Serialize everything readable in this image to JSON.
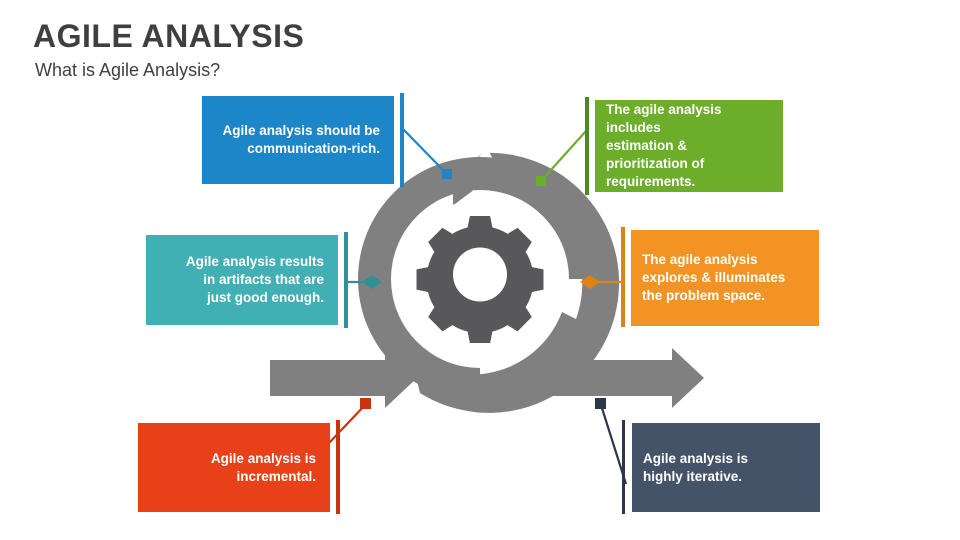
{
  "header": {
    "title": "AGILE ANALYSIS",
    "subtitle": "What is Agile Analysis?",
    "title_color": "#3F3F3F"
  },
  "diagram": {
    "name": "agile-analysis-cycle-diagram",
    "center_icon": "gear-icon",
    "spiral_color": "#808080",
    "gear_color": "#58585A",
    "arrow_color": "#808080",
    "elements": [
      "circular-spiral-arrow",
      "center-gear",
      "bottom-left-arrow",
      "bottom-right-arrow"
    ]
  },
  "callouts": [
    {
      "id": "blue",
      "text": "Agile analysis should be\ncommunication-rich.",
      "color": "#1C86C8",
      "accent_color": "#1C86C8",
      "align": "right",
      "connector": "line-to-circle-top-left"
    },
    {
      "id": "green",
      "text": "The agile analysis includes\nestimation &\nprioritization of\nrequirements.",
      "color": "#6CAE2A",
      "accent_color": "#4C8A1D",
      "align": "left",
      "connector": "line-to-circle-top-right"
    },
    {
      "id": "teal",
      "text": "Agile analysis results\nin artifacts that are\njust good enough.",
      "color": "#41B0B5",
      "accent_color": "#2F9196",
      "align": "right",
      "connector": "line-to-circle-left"
    },
    {
      "id": "orange",
      "text": "The agile analysis\nexplores & illuminates\nthe problem space.",
      "color": "#F39324",
      "accent_color": "#E08315",
      "align": "left",
      "connector": "line-to-circle-right"
    },
    {
      "id": "red",
      "text": "Agile analysis is\nincremental.",
      "color": "#E8411A",
      "accent_color": "#C9340F",
      "align": "right",
      "connector": "line-to-bottom-left-arrow"
    },
    {
      "id": "navy",
      "text": "Agile analysis is\nhighly iterative.",
      "color": "#455369",
      "accent_color": "#2C3749",
      "align": "left",
      "connector": "line-to-bottom-right-arrow"
    }
  ]
}
